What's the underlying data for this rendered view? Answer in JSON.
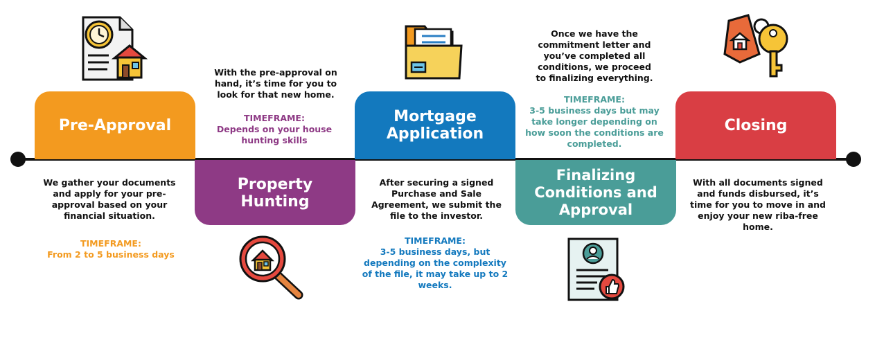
{
  "colors": {
    "pre_approval": "#F39A1F",
    "property_hunting": "#8E3A85",
    "mortgage_application": "#1379BE",
    "finalizing": "#4A9D98",
    "closing": "#D93E44",
    "timeline": "#111111"
  },
  "steps": [
    {
      "title": "Pre-Approval",
      "description": "We gather your documents and apply for your pre-approval based on your financial situation.",
      "timeframe_label": "TIMEFRAME:",
      "timeframe": "From 2 to 5 business days",
      "icon": "document-clock-house-icon"
    },
    {
      "title": "Property Hunting",
      "description": "With the pre-approval on hand, it’s time for you to look for that new home.",
      "timeframe_label": "TIMEFRAME:",
      "timeframe": "Depends on your house hunting skills",
      "icon": "magnifier-house-icon"
    },
    {
      "title": "Mortgage Application",
      "description": "After securing a signed Purchase and Sale Agreement, we submit the file to the investor.",
      "timeframe_label": "TIMEFRAME:",
      "timeframe": "3-5 business days, but depending on the complexity of the file, it may take up to 2 weeks.",
      "icon": "folder-icon"
    },
    {
      "title": "Finalizing Conditions and Approval",
      "description": "Once we have the commitment letter and you’ve completed all conditions, we proceed to finalizing everything.",
      "timeframe_label": "TIMEFRAME:",
      "timeframe": "3-5 business days but may take longer depending on how soon the conditions are completed.",
      "icon": "approval-document-icon"
    },
    {
      "title": "Closing",
      "description": "With all documents signed and funds disbursed, it’s time for you to move in and enjoy your new riba-free home.",
      "timeframe_label": "",
      "timeframe": "",
      "icon": "house-key-tag-icon"
    }
  ]
}
